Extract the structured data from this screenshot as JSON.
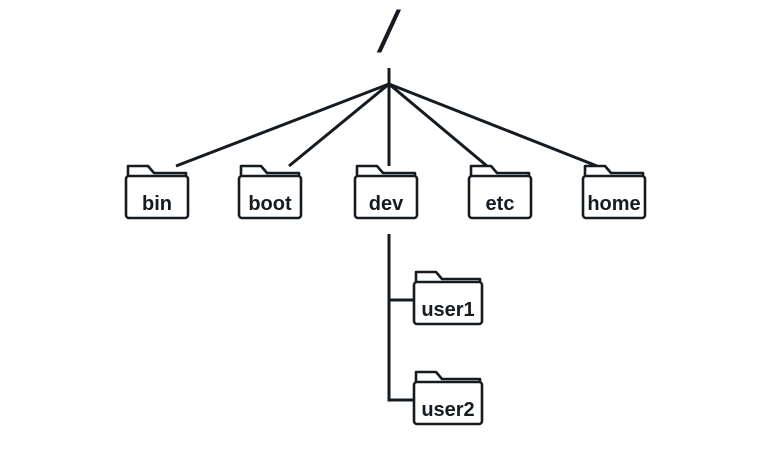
{
  "root": {
    "label": "/"
  },
  "children": [
    {
      "id": "bin",
      "label": "bin"
    },
    {
      "id": "boot",
      "label": "boot"
    },
    {
      "id": "dev",
      "label": "dev",
      "children": [
        {
          "id": "user1",
          "label": "user1"
        },
        {
          "id": "user2",
          "label": "user2"
        }
      ]
    },
    {
      "id": "etc",
      "label": "etc"
    },
    {
      "id": "home",
      "label": "home"
    }
  ],
  "colors": {
    "stroke": "#161b21",
    "background": "#ffffff"
  }
}
